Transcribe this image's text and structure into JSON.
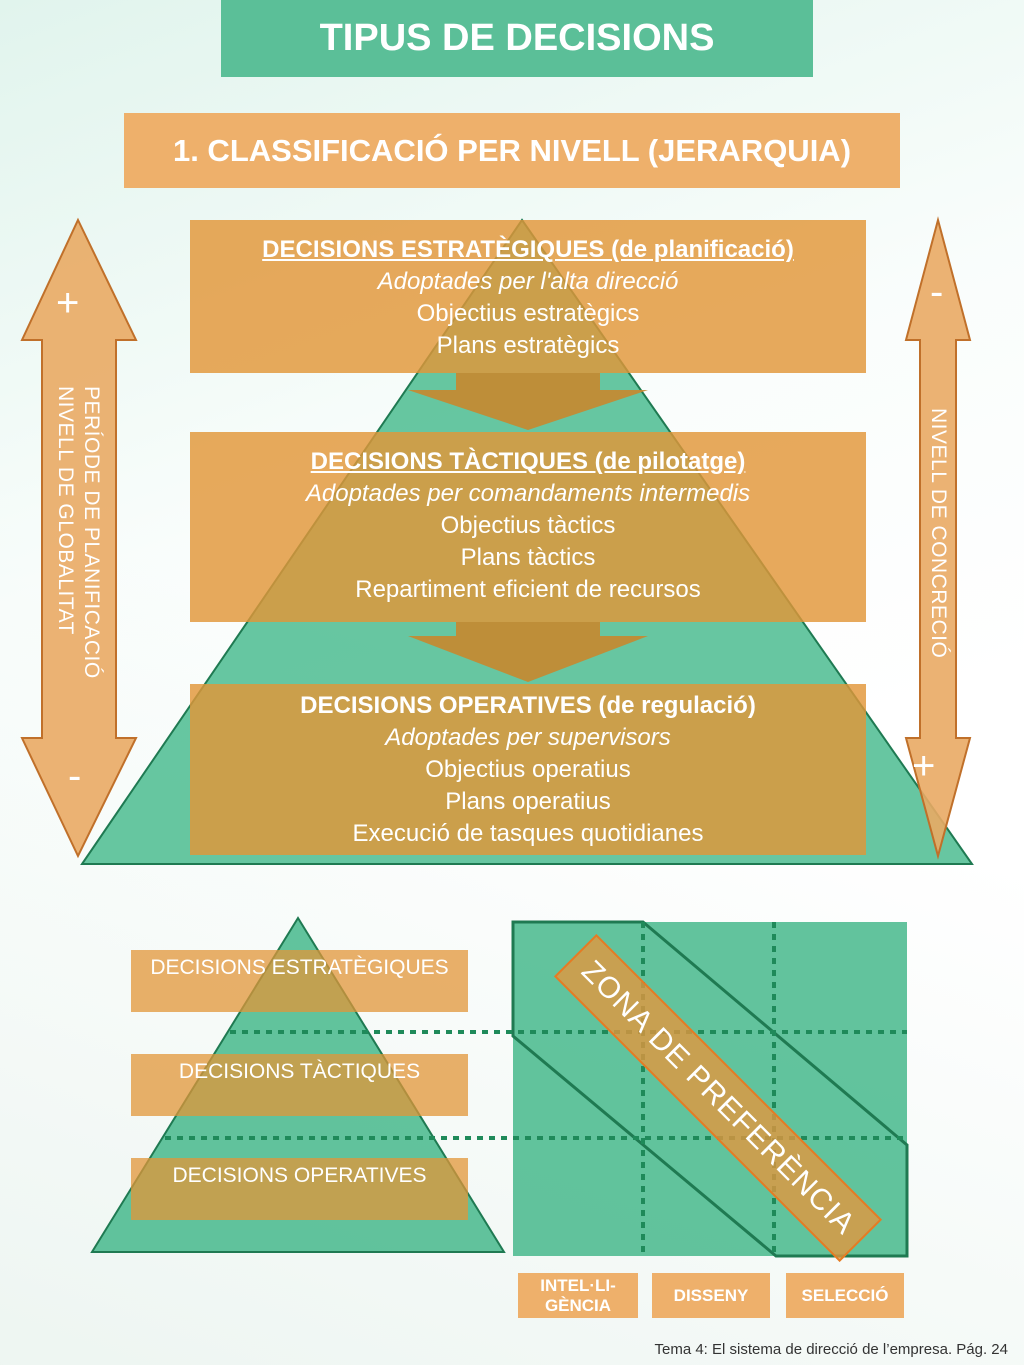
{
  "title": "TIPUS DE DECISIONS",
  "subtitle": "1. CLASSIFICACIÓ PER NIVELL (JERARQUIA)",
  "levels": [
    {
      "heading": "DECISIONS ESTRATÈGIQUES (de planificació)",
      "who": "Adoptades per l'alta direcció",
      "lines": [
        "Objectius estratègics",
        "Plans estratègics"
      ]
    },
    {
      "heading": "DECISIONS TÀCTIQUES (de pilotatge)",
      "who": "Adoptades per comandaments intermedis",
      "lines": [
        "Objectius tàctics",
        "Plans tàctics",
        "Repartiment eficient de recursos"
      ]
    },
    {
      "heading": "DECISIONS OPERATIVES (de regulació)",
      "who": "Adoptades per supervisors",
      "lines": [
        "Objectius operatius",
        "Plans operatius",
        "Execució de tasques quotidianes"
      ]
    }
  ],
  "left_axis": {
    "line1": "PERÍODE DE PLANIFICACIÓ",
    "line2": "NIVELL DE GLOBALITAT",
    "top_sign": "+",
    "bottom_sign": "-"
  },
  "right_axis": {
    "label": "NIVELL DE CONCRECIÓ",
    "top_sign": "-",
    "bottom_sign": "+"
  },
  "small_pyramid": [
    "DECISIONS ESTRATÈGIQUES",
    "DECISIONS TÀCTIQUES",
    "DECISIONS OPERATIVES"
  ],
  "zone_label": "ZONA DE PREFERÈNCIA",
  "phases": [
    "INTEL·LI-GÈNCIA",
    "DISSENY",
    "SELECCIÓ"
  ],
  "footer": "Tema 4: El sistema de direcció de l’empresa. Pág. 24",
  "colors": {
    "green": "#5bbf98",
    "orange": "#e29638",
    "light_orange": "#eeb06b",
    "dark_green": "#1f8a5a"
  }
}
